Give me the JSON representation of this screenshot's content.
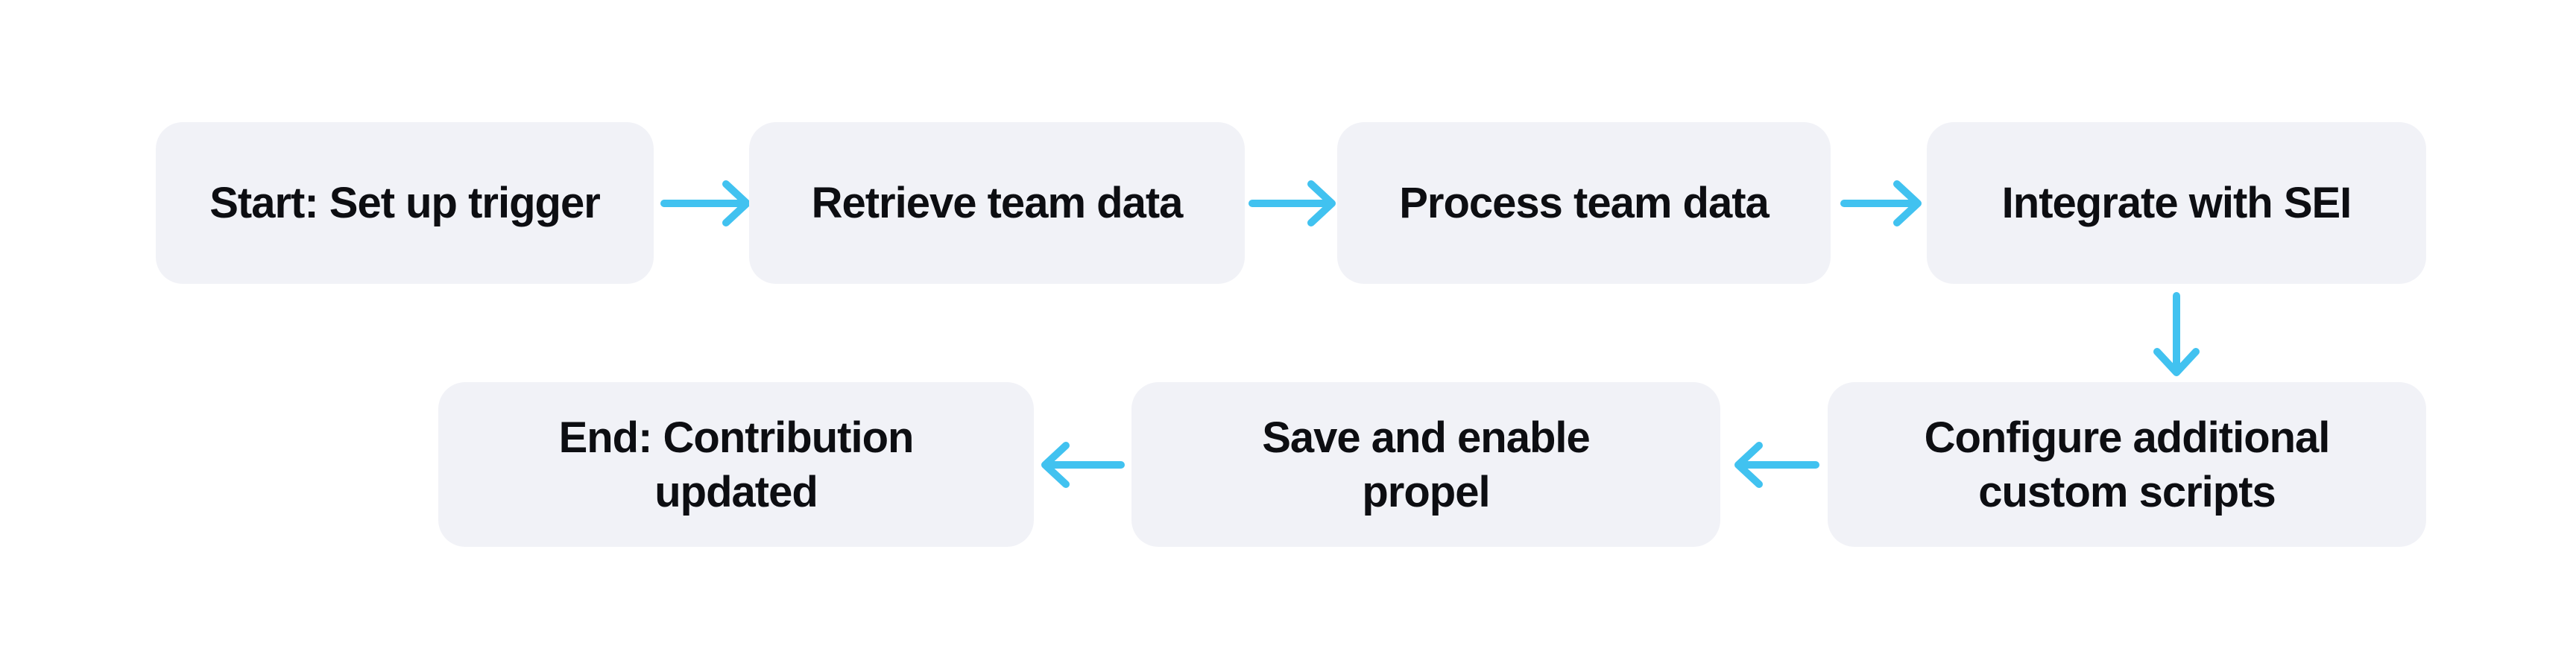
{
  "diagram": {
    "type": "flowchart",
    "nodes": [
      {
        "id": "start",
        "label": "Start: Set up trigger",
        "lines": [
          "Start: Set up trigger"
        ]
      },
      {
        "id": "retrieve",
        "label": "Retrieve team data",
        "lines": [
          "Retrieve team data"
        ]
      },
      {
        "id": "process",
        "label": "Process team data",
        "lines": [
          "Process team data"
        ]
      },
      {
        "id": "integrate",
        "label": "Integrate with SEI",
        "lines": [
          "Integrate with SEI"
        ]
      },
      {
        "id": "configure",
        "label": "Configure additional custom scripts",
        "lines": [
          "Configure additional",
          "custom scripts"
        ]
      },
      {
        "id": "save",
        "label": "Save and enable propel",
        "lines": [
          "Save and enable",
          "propel"
        ]
      },
      {
        "id": "end",
        "label": "End: Contribution updated",
        "lines": [
          "End: Contribution",
          "updated"
        ]
      }
    ],
    "edges": [
      {
        "from": "start",
        "to": "retrieve",
        "direction": "right",
        "icon": "arrow-right-icon",
        "glyph": "→"
      },
      {
        "from": "retrieve",
        "to": "process",
        "direction": "right",
        "icon": "arrow-right-icon",
        "glyph": "→"
      },
      {
        "from": "process",
        "to": "integrate",
        "direction": "right",
        "icon": "arrow-right-icon",
        "glyph": "→"
      },
      {
        "from": "integrate",
        "to": "configure",
        "direction": "down",
        "icon": "arrow-down-icon",
        "glyph": "↓"
      },
      {
        "from": "configure",
        "to": "save",
        "direction": "left",
        "icon": "arrow-left-icon",
        "glyph": "←"
      },
      {
        "from": "save",
        "to": "end",
        "direction": "left",
        "icon": "arrow-left-icon",
        "glyph": "←"
      }
    ],
    "colors": {
      "background": "#FFFFFF",
      "node_bg": "#F1F2F7",
      "node_text": "#0D0E12",
      "arrow": "#41C2F0"
    }
  }
}
